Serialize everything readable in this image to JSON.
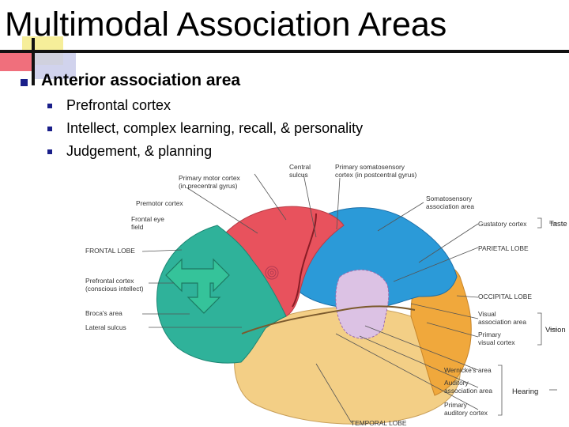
{
  "slide": {
    "title": "Multimodal Association Areas",
    "bullet": "Anterior association area",
    "sub_bullets": [
      "Prefrontal cortex",
      "Intellect, complex learning, recall, & personality",
      "Judgement, & planning"
    ]
  },
  "figure": {
    "labels": {
      "central_sulcus_1": "Central",
      "central_sulcus_2": "sulcus",
      "primary_motor_1": "Primary motor cortex",
      "primary_motor_2": "(in precentral gyrus)",
      "primary_somato_1": "Primary somatosensory",
      "primary_somato_2": "cortex (in postcentral gyrus)",
      "premotor": "Premotor cortex",
      "frontal_eye_1": "Frontal eye",
      "frontal_eye_2": "field",
      "frontal_lobe": "FRONTAL LOBE",
      "prefrontal_1": "Prefrontal cortex",
      "prefrontal_2": "(conscious intellect)",
      "brocas": "Broca's area",
      "lateral_sulcus": "Lateral sulcus",
      "somato_assoc_1": "Somatosensory",
      "somato_assoc_2": "association area",
      "gustatory": "Gustatory cortex",
      "taste": "Taste",
      "parietal_lobe": "PARIETAL LOBE",
      "occipital_lobe": "OCCIPITAL LOBE",
      "visual_assoc_1": "Visual",
      "visual_assoc_2": "association area",
      "primary_visual_1": "Primary",
      "primary_visual_2": "visual cortex",
      "vision": "Vision",
      "wernickes": "Wernicke's area",
      "auditory_assoc_1": "Auditory",
      "auditory_assoc_2": "association area",
      "hearing": "Hearing",
      "primary_auditory_1": "Primary",
      "primary_auditory_2": "auditory cortex",
      "temporal_lobe": "TEMPORAL LOBE"
    }
  },
  "colors": {
    "frontal": "#2fb29a",
    "motor": "#e8525d",
    "parietal": "#2b9ad8",
    "occipital": "#f0a83c",
    "temporal": "#f3cf86",
    "wernicke": "#dcc2e4",
    "arrow": "#35c39a",
    "bullet": "#1a1f8a"
  }
}
